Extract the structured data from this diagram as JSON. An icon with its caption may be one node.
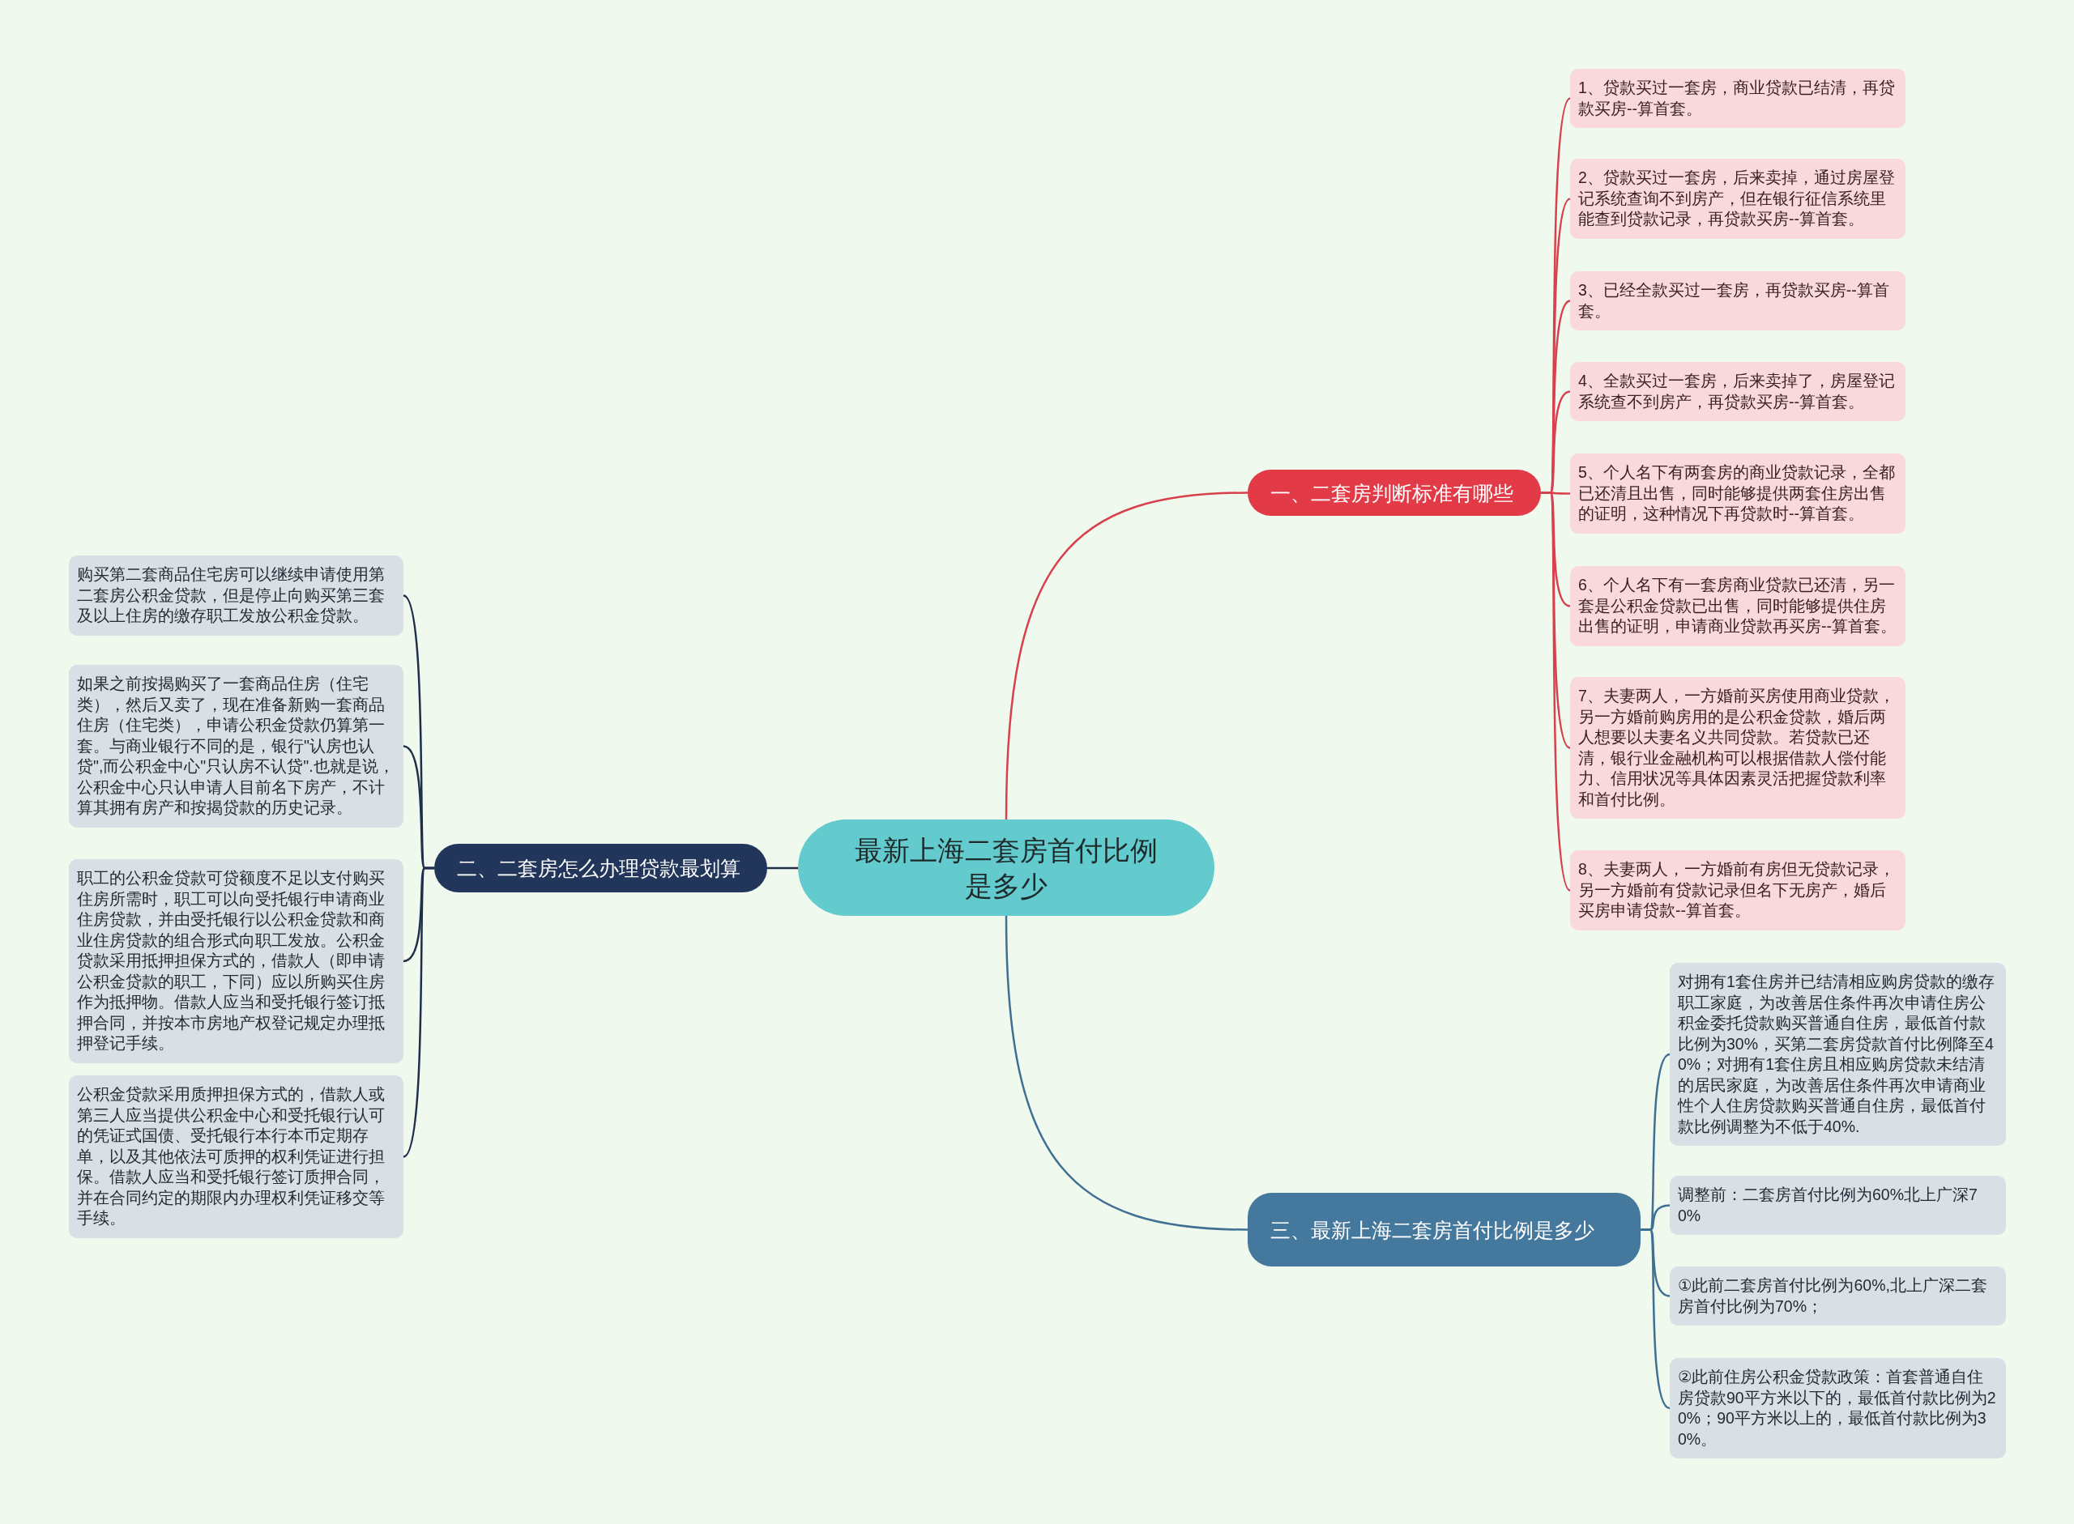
{
  "diagram": {
    "nodes": [
      {
        "text": [
          "最新上海二套房首付比例是多少"
        ]
      },
      {
        "text": [
          "一、二套房判断标准有哪些"
        ]
      },
      {
        "text": [
          "1、贷款买过一套房，商业贷款已结清，再贷款买房--算首套。"
        ]
      },
      {
        "text": [
          "2、贷款买过一套房，后来卖掉，通过房屋登记系统查询不到房产，但在银行征信系统里能查到贷款记录，再贷款买房--算首套。"
        ]
      },
      {
        "text": [
          "3、已经全款买过一套房，再贷款买房--算首套。"
        ]
      },
      {
        "text": [
          "4、全款买过一套房，后来卖掉了，房屋登记系统查不到房产，再贷款买房--算首套。"
        ]
      },
      {
        "text": [
          "5、个人名下有两套房的商业贷款记录，全都已还清且出售，同时能够提供两套住房出售的证明，这种情况下再贷款时--算首套。"
        ]
      },
      {
        "text": [
          "6、个人名下有一套房商业贷款已还清，另一套是公积金贷款已出售，同时能够提供住房出售的证明，申请商业贷款再买房--算首套。"
        ]
      },
      {
        "text": [
          "7、夫妻两人，一方婚前买房使用商业贷款，另一方婚前购房用的是公积金贷款，婚后两人想要以夫妻名义共同贷款。若贷款已还清，银行业金融机构可以根据借款人偿付能力、信用状况等具体因素灵活把握贷款利率和首付比例。"
        ]
      },
      {
        "text": [
          "8、夫妻两人，一方婚前有房但无贷款记录，另一方婚前有贷款记录但名下无房产，婚后买房申请贷款--算首套。"
        ]
      },
      {
        "text": [
          "二、二套房怎么办理贷款最划算"
        ]
      },
      {
        "text": [
          "购买第二套商品住宅房可以继续申请使用第二套房公积金贷款，但是停止向购买第三套及以上住房的缴存职工发放公积金贷款。"
        ]
      },
      {
        "text": [
          "如果之前按揭购买了一套商品住房（住宅类），然后又卖了，现在准备新购一套商品住房（住宅类），申请公积金贷款仍算第一套。与商业银行不同的是，银行\"认房也认贷\",而公积金中心\"只认房不认贷\".也就是说，公积金中心只认申请人目前名下房产，不计算其拥有房产和按揭贷款的历史记录。"
        ]
      },
      {
        "text": [
          "职工的公积金贷款可贷额度不足以支付购买住房所需时，职工可以向受托银行申请商业住房贷款，并由受托银行以公积金贷款和商业住房贷款的组合形式向职工发放。公积金贷款采用抵押担保方式的，借款人（即申请公积金贷款的职工，下同）应以所购买住房作为抵押物。借款人应当和受托银行签订抵押合同，并按本市房地产权登记规定办理抵押登记手续。"
        ]
      },
      {
        "text": [
          "公积金贷款采用质押担保方式的，借款人或第三人应当提供公积金中心和受托银行认可的凭证式国债、受托银行本行本币定期存单，以及其他依法可质押的权利凭证进行担保。借款人应当和受托银行签订质押合同，并在合同约定的期限内办理权利凭证移交等手续。"
        ]
      },
      {
        "text": [
          "三、最新上海二套房首付比例是多少"
        ]
      },
      {
        "text": [
          "对拥有1套住房并已结清相应购房贷款的缴存职工家庭，为改善居住条件再次申请住房公积金委托贷款购买普通自住房，最低首付款比例为30%，买第二套房贷款首付比例降至40%；对拥有1套住房且相应购房贷款未结清的居民家庭，为改善居住条件再次申请商业性个人住房贷款购买普通自住房，最低首付款比例调整为不低于40%."
        ]
      },
      {
        "text": [
          "调整前：二套房首付比例为60%北上广深70%"
        ]
      },
      {
        "text": [
          "①此前二套房首付比例为60%,北上广深二套房首付比例为70%；"
        ]
      },
      {
        "text": [
          "②此前住房公积金贷款政策：首套普通自住房贷款90平方米以下的，最低首付款比例为20%；90平方米以上的，最低首付款比例为30%。"
        ]
      }
    ],
    "edges": [
      {
        "from": 0,
        "to": 1,
        "arrow": "none",
        "color": "#d8404c"
      },
      {
        "from": 1,
        "to": 2,
        "arrow": "none",
        "color": "#d8404c"
      },
      {
        "from": 1,
        "to": 3,
        "arrow": "none",
        "color": "#d8404c"
      },
      {
        "from": 1,
        "to": 4,
        "arrow": "none",
        "color": "#d8404c"
      },
      {
        "from": 1,
        "to": 5,
        "arrow": "none",
        "color": "#d8404c"
      },
      {
        "from": 1,
        "to": 6,
        "arrow": "none",
        "color": "#d8404c"
      },
      {
        "from": 1,
        "to": 7,
        "arrow": "none",
        "color": "#d8404c"
      },
      {
        "from": 1,
        "to": 8,
        "arrow": "none",
        "color": "#d8404c"
      },
      {
        "from": 1,
        "to": 9,
        "arrow": "none",
        "color": "#d8404c"
      },
      {
        "from": 0,
        "to": 10,
        "arrow": "none",
        "color": "#1f2f4a"
      },
      {
        "from": 10,
        "to": 11,
        "arrow": "none",
        "color": "#1f2f4a"
      },
      {
        "from": 10,
        "to": 12,
        "arrow": "none",
        "color": "#1f2f4a"
      },
      {
        "from": 10,
        "to": 13,
        "arrow": "none",
        "color": "#1f2f4a"
      },
      {
        "from": 10,
        "to": 14,
        "arrow": "none",
        "color": "#1f2f4a"
      },
      {
        "from": 0,
        "to": 15,
        "arrow": "none",
        "color": "#3f6f93"
      },
      {
        "from": 15,
        "to": 16,
        "arrow": "none",
        "color": "#3f6f93"
      },
      {
        "from": 15,
        "to": 17,
        "arrow": "none",
        "color": "#3f6f93"
      },
      {
        "from": 15,
        "to": 18,
        "arrow": "none",
        "color": "#3f6f93"
      },
      {
        "from": 15,
        "to": 19,
        "arrow": "none",
        "color": "#3f6f93"
      }
    ]
  }
}
